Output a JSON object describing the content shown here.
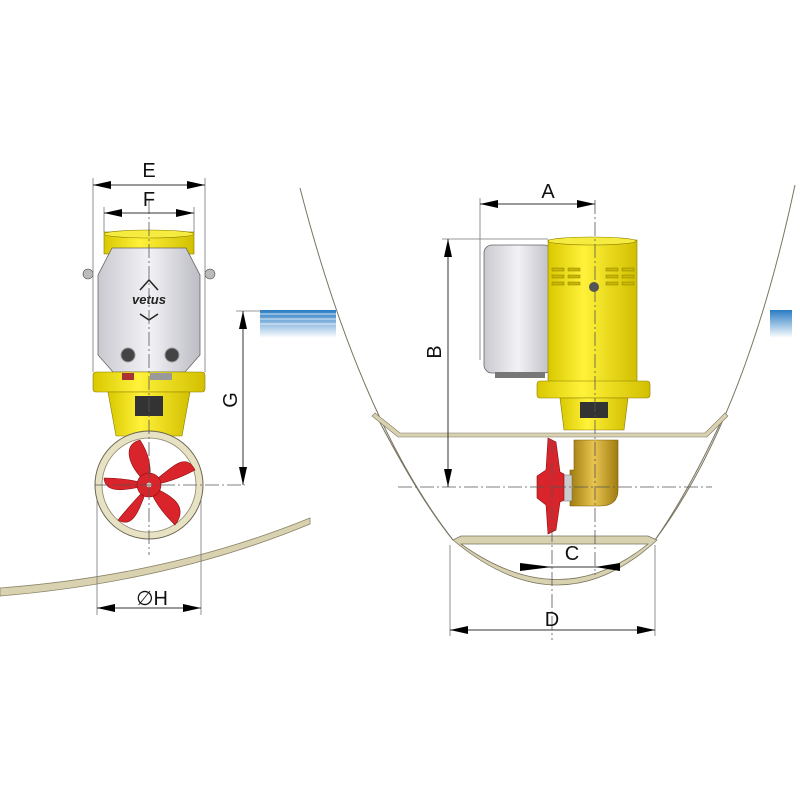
{
  "labels": {
    "A": "A",
    "B": "B",
    "C": "C",
    "D": "D",
    "E": "E",
    "F": "F",
    "G": "G",
    "H": "∅H"
  },
  "logo": "vetus",
  "colors": {
    "motor": "#f2e21a",
    "cover": "#e4e4ea",
    "propeller": "#d8242a",
    "tunnel": "#e8e2c4",
    "hull": "#d9d2b0",
    "water": "#3a8fd0",
    "brass": "#c8a22a"
  }
}
